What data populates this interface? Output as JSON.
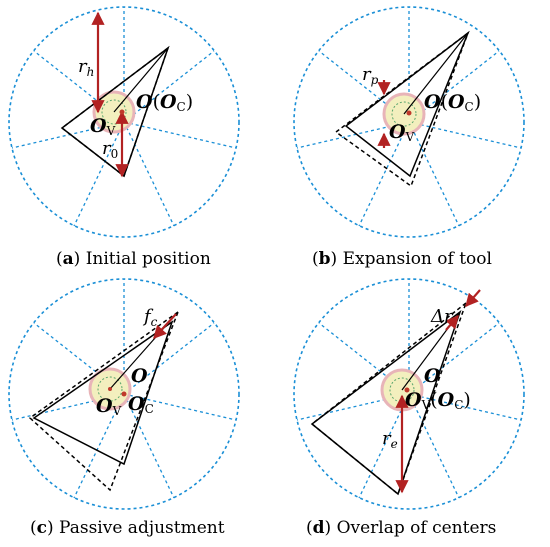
{
  "colors": {
    "outer_circle": "#1a8fd6",
    "dashed_triangle": "#000000",
    "solid_triangle": "#000000",
    "arrow": "#b22222",
    "center_disc_fill": "#f3efbe",
    "center_disc_ring": "#e8b4b8",
    "inner_dashed": "#5aa66e",
    "center_dot": "#c0392b"
  },
  "panels": [
    {
      "caption_letter": "a",
      "caption_text": " Initial position",
      "labels": {
        "r_main": "r",
        "r_sub": "h",
        "o": "O",
        "o_paren": "(",
        "oc_o": "O",
        "oc_sub": "C",
        "oc_close": ")",
        "ov_o": "O",
        "ov_sub": "V",
        "r0_main": "r",
        "r0_sub": "0"
      }
    },
    {
      "caption_letter": "b",
      "caption_text": " Expansion of tool",
      "labels": {
        "rp_main": "r",
        "rp_sub": "p",
        "o": "O",
        "o_paren": "(",
        "oc_o": "O",
        "oc_sub": "C",
        "oc_close": ")",
        "ov_o": "O",
        "ov_sub": "V"
      }
    },
    {
      "caption_letter": "c",
      "caption_text": " Passive adjustment",
      "labels": {
        "fc_main": "f",
        "fc_sub": "c",
        "o": "O",
        "oc_o": "O",
        "oc_sub": "C",
        "ov_o": "O",
        "ov_sub": "V"
      }
    },
    {
      "caption_letter": "d",
      "caption_text": " Overlap of centers",
      "labels": {
        "dr": "Δr",
        "o": "O",
        "ov_o": "O",
        "ov_sub": "V",
        "oc_open": "(",
        "oc_o": "O",
        "oc_sub": "C",
        "oc_close": ")",
        "re_main": "r",
        "re_sub": "e"
      }
    }
  ]
}
